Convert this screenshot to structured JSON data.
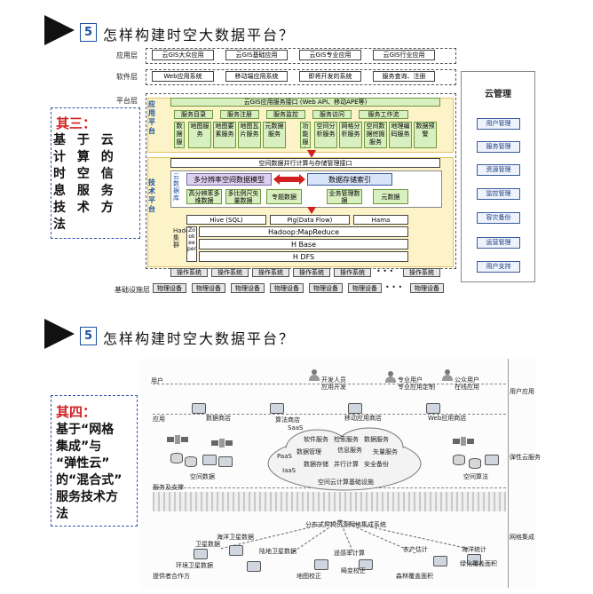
{
  "section1": {
    "number": "5",
    "title": "怎样构建时空大数据平台？",
    "side_title": "其三：",
    "side_body": [
      "基 于 云",
      "计 算 的",
      "时 空 信",
      "息 服 务",
      "技 术 方",
      "法"
    ],
    "figure": {
      "row_app_layer": "应用层",
      "app_layer_items": [
        "云GIS大众应用",
        "云GIS基础应用",
        "云GIS专业应用",
        "云GIS行业应用"
      ],
      "row_software": "软件层",
      "software_items": [
        "Web应用系统",
        "移动端应用系统",
        "即将开发的系统",
        "服务查询、注册"
      ],
      "row_platform": "平台层",
      "app_platform_label": "应用平台",
      "api_bar": "云GIS应用服务接口 (Web API、移动APE等)",
      "service_row": [
        "服务目录",
        "服务注册",
        "服务监控",
        "服务访问",
        "服务工作流"
      ],
      "data_service_label": "数据服务",
      "data_service_items": [
        "地图服务",
        "地图要素服务",
        "地图瓦片服务",
        "元数据服务"
      ],
      "analysis_label": "功能服务",
      "analysis_items": [
        "空间分析服务",
        "网格分析服务",
        "空间数据挖掘服务",
        "地理编码服务",
        "数据预警"
      ],
      "tech_platform_label": "技术平台",
      "storage_api": "空间数据并行计算与存储管理接口",
      "cloud_label": "云数据库",
      "multi_model": "多分辨率空间数据模型",
      "storage_index": "数据存储索引",
      "model_items": [
        "高分辨率多维数据",
        "多比例尺矢量数据",
        "专题数据",
        "业务管理数据",
        "元数据"
      ],
      "hive": "Hive (SQL)",
      "pig": "Pig(Data Flow)",
      "hama": "Hama",
      "zookeeper": "Zookeeper",
      "hadoop_cluster_label": "Hadoop集群",
      "mapreduce": "Hadoop:MapReduce",
      "hbase": "H Base",
      "hdfs": "H DFS",
      "os_items": [
        "操作系统",
        "操作系统",
        "操作系统",
        "操作系统",
        "操作系统",
        "操作系统"
      ],
      "ellipsis": "• • •",
      "row_infra": "基础设施层",
      "infra_items": [
        "物理设备",
        "物理设备",
        "物理设备",
        "物理设备",
        "物理设备",
        "物理设备",
        "物理设备"
      ],
      "cloud_mgmt_title": "云管理",
      "cloud_mgmt_items": [
        "用户管理",
        "服务管理",
        "资源管理",
        "监控管理",
        "容灾备份",
        "运营管理",
        "用户支持"
      ]
    }
  },
  "section2": {
    "number": "5",
    "title": "怎样构建时空大数据平台？",
    "side_title": "其四：",
    "side_body": [
      "基于“网格",
      "集成”与",
      "“弹性云”",
      "的“混合式”",
      "服务技术方",
      "法"
    ],
    "figure": {
      "user_row_label": "用户",
      "user_app_label": "用户应用",
      "users": [
        "开发人员\n应用开发",
        "专业用户\n专业应用定制",
        "公众用户\n在线应用"
      ],
      "app_row_label": "应用",
      "apps": [
        "数据商店",
        "算法商店",
        "移动应用商店",
        "Web应用商店"
      ],
      "elastic_label": "弹性云服务",
      "saas": "SaaS",
      "paas": "PaaS",
      "iaas": "IaaS",
      "cloud_items": [
        "软件服务",
        "检索服务",
        "数据服务",
        "数据管理",
        "信息服务",
        "矢量服务",
        "数据存储",
        "并行计算",
        "安全备份"
      ],
      "spatial_data": "空间数据",
      "spatial_algo": "空间算法",
      "cloud_infra": "空间云计算基础设施",
      "service_support": "服务及支撑",
      "grid_label": "网格集成",
      "grid_center": "分布式异构资源网格集成系统",
      "grid_items": [
        "海洋卫星数据",
        "卫星数据",
        "陆地卫星数据",
        "环境卫星数据",
        "提供者合作方",
        "地图校正",
        "遥感率计算",
        "畸变校正",
        "农产估计",
        "海洋统计",
        "森林覆盖面积",
        "绿化覆盖面积"
      ]
    }
  }
}
